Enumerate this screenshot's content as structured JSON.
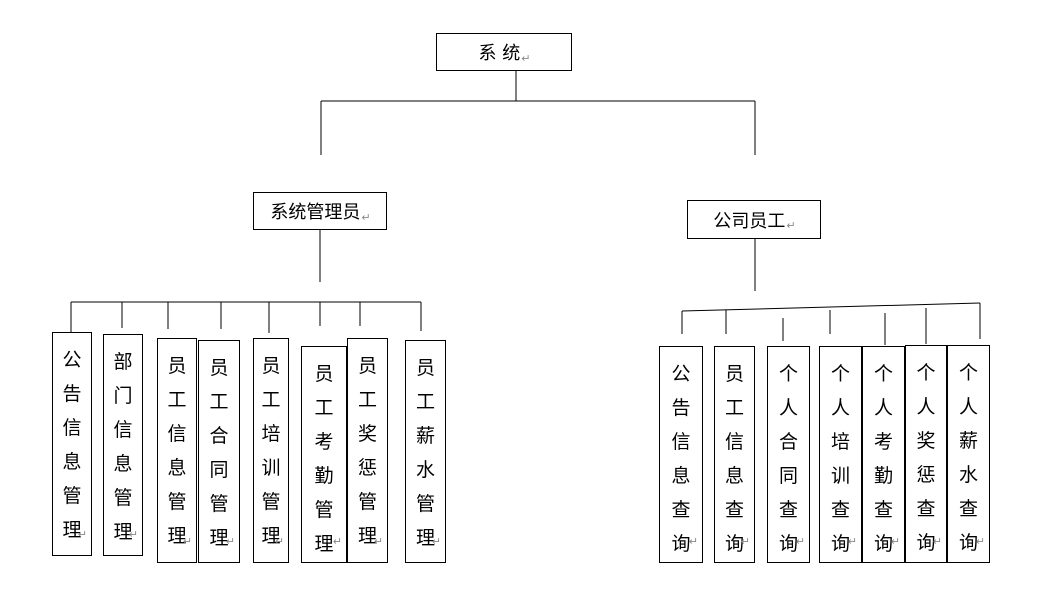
{
  "diagram": {
    "root": {
      "id": "root",
      "label": "系 统"
    },
    "branches": [
      {
        "id": "admin",
        "label": "系统管理员",
        "children": [
          {
            "id": "a1",
            "label": "公告信息管理"
          },
          {
            "id": "a2",
            "label": "部门信息管理"
          },
          {
            "id": "a3",
            "label": "员工信息管理"
          },
          {
            "id": "a4",
            "label": "员工合同管理"
          },
          {
            "id": "a5",
            "label": "员工培训管理"
          },
          {
            "id": "a6",
            "label": "员工考勤管理"
          },
          {
            "id": "a7",
            "label": "员工奖惩管理"
          },
          {
            "id": "a8",
            "label": "员工薪水管理"
          }
        ]
      },
      {
        "id": "staff",
        "label": "公司员工",
        "children": [
          {
            "id": "s1",
            "label": "公告信息查询"
          },
          {
            "id": "s2",
            "label": "员工信息查询"
          },
          {
            "id": "s3",
            "label": "个人合同查询"
          },
          {
            "id": "s4",
            "label": "个人培训查询"
          },
          {
            "id": "s5",
            "label": "个人考勤查询"
          },
          {
            "id": "s6",
            "label": "个人奖惩查询"
          },
          {
            "id": "s7",
            "label": "个人薪水查询"
          }
        ]
      }
    ],
    "paragraph_mark": "↵",
    "line_color": "#000000"
  }
}
